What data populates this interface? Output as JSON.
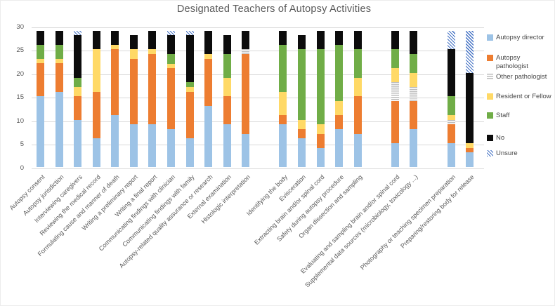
{
  "title": "Designated Teachers of Autopsy Activities",
  "y_axis": {
    "ticks": [
      0,
      5,
      10,
      15,
      20,
      25,
      30
    ],
    "max": 30
  },
  "colors": {
    "director": "#9dc3e6",
    "pathologist": "#ed7d31",
    "other": "#bdbdbd",
    "resident": "#ffd966",
    "staff": "#70ad47",
    "no": "#0c0c0c",
    "unsure": "#4472c4",
    "grid": "#d9d9d9",
    "text": "#595959"
  },
  "legend": [
    {
      "series": "director",
      "label": "Autopsy director"
    },
    {
      "series": "pathologist",
      "label": "Autopsy pathologist"
    },
    {
      "series": "other",
      "label": "Other pathologist"
    },
    {
      "series": "resident",
      "label": "Resident or Fellow"
    },
    {
      "series": "staff",
      "label": "Staff"
    },
    {
      "series": "no",
      "label": "No"
    },
    {
      "series": "unsure",
      "label": "Unsure"
    }
  ],
  "chart_data": {
    "type": "bar",
    "stacked": true,
    "title": "Designated Teachers of Autopsy Activities",
    "xlabel": "",
    "ylabel": "",
    "ylim": [
      0,
      30
    ],
    "grid": true,
    "legend_position": "right",
    "series_names": [
      "Autopsy director",
      "Autopsy pathologist",
      "Other pathologist",
      "Resident or Fellow",
      "Staff",
      "No",
      "Unsure"
    ],
    "series_keys": [
      "director",
      "pathologist",
      "other",
      "resident",
      "staff",
      "no",
      "unsure"
    ],
    "categories": [
      {
        "label": "Autopsy consent",
        "slot": 0,
        "values": [
          15,
          7,
          0,
          1,
          3,
          3,
          0
        ]
      },
      {
        "label": "Autopsy jurisdiction",
        "slot": 1,
        "values": [
          16,
          6,
          0,
          1,
          3,
          3,
          0
        ]
      },
      {
        "label": "Interviewing caregivers",
        "slot": 2,
        "values": [
          10,
          5,
          0,
          2,
          2,
          9,
          1
        ]
      },
      {
        "label": "Reviewing the medical record",
        "slot": 3,
        "values": [
          6,
          10,
          0,
          9,
          0,
          4,
          0
        ]
      },
      {
        "label": "Formulating cause and manner of death",
        "slot": 4,
        "values": [
          11,
          14,
          0,
          1,
          0,
          3,
          0
        ]
      },
      {
        "label": "Writing a preliminary report",
        "slot": 5,
        "values": [
          9,
          14,
          0,
          2,
          0,
          3,
          0
        ]
      },
      {
        "label": "Writing a final report",
        "slot": 6,
        "values": [
          9,
          15,
          0,
          1,
          0,
          4,
          0
        ]
      },
      {
        "label": "Communicating findings with clinician",
        "slot": 7,
        "values": [
          8,
          13,
          0,
          1,
          2,
          4,
          1
        ]
      },
      {
        "label": "Communicating findings with family",
        "slot": 8,
        "values": [
          6,
          10,
          0,
          1,
          1,
          10,
          1
        ]
      },
      {
        "label": "Autopsy-related quality assurance or research",
        "slot": 9,
        "values": [
          13,
          10,
          0,
          1,
          0,
          5,
          0
        ]
      },
      {
        "label": "External examination",
        "slot": 10,
        "values": [
          9,
          6,
          0,
          4,
          5,
          4,
          0
        ]
      },
      {
        "label": "Histologic interpretation",
        "slot": 11,
        "values": [
          7,
          17,
          1,
          0,
          0,
          4,
          0
        ]
      },
      {
        "label": "Identifying the body",
        "slot": 13,
        "values": [
          9,
          2,
          0,
          5,
          10,
          3,
          0
        ]
      },
      {
        "label": "Evisceration",
        "slot": 14,
        "values": [
          6,
          2,
          0,
          2,
          15,
          3,
          0
        ]
      },
      {
        "label": "Extracting brain and/or spinal cord",
        "slot": 15,
        "values": [
          4,
          3,
          0,
          2,
          16,
          4,
          0
        ]
      },
      {
        "label": "Safety during autopsy procedure",
        "slot": 16,
        "values": [
          8,
          3,
          0,
          3,
          12,
          3,
          0
        ]
      },
      {
        "label": "Organ dissection and sampling",
        "slot": 17,
        "values": [
          7,
          8,
          0,
          4,
          6,
          4,
          0
        ]
      },
      {
        "label": "Evaluating and sampling brain and/or spinal cord",
        "slot": 19,
        "values": [
          5,
          9,
          4,
          3,
          4,
          4,
          0
        ]
      },
      {
        "label": "Supplemental data sources (microbiology, toxicology ...)",
        "slot": 20,
        "values": [
          8,
          6,
          3,
          3,
          4,
          5,
          0
        ]
      },
      {
        "label": "Photography or teaching specimen preparation",
        "slot": 22,
        "values": [
          5,
          4,
          1,
          1,
          4,
          10,
          4
        ]
      },
      {
        "label": "Preparing/restoring body for release",
        "slot": 23,
        "values": [
          3,
          1,
          0,
          1,
          0,
          15,
          9
        ]
      }
    ]
  }
}
